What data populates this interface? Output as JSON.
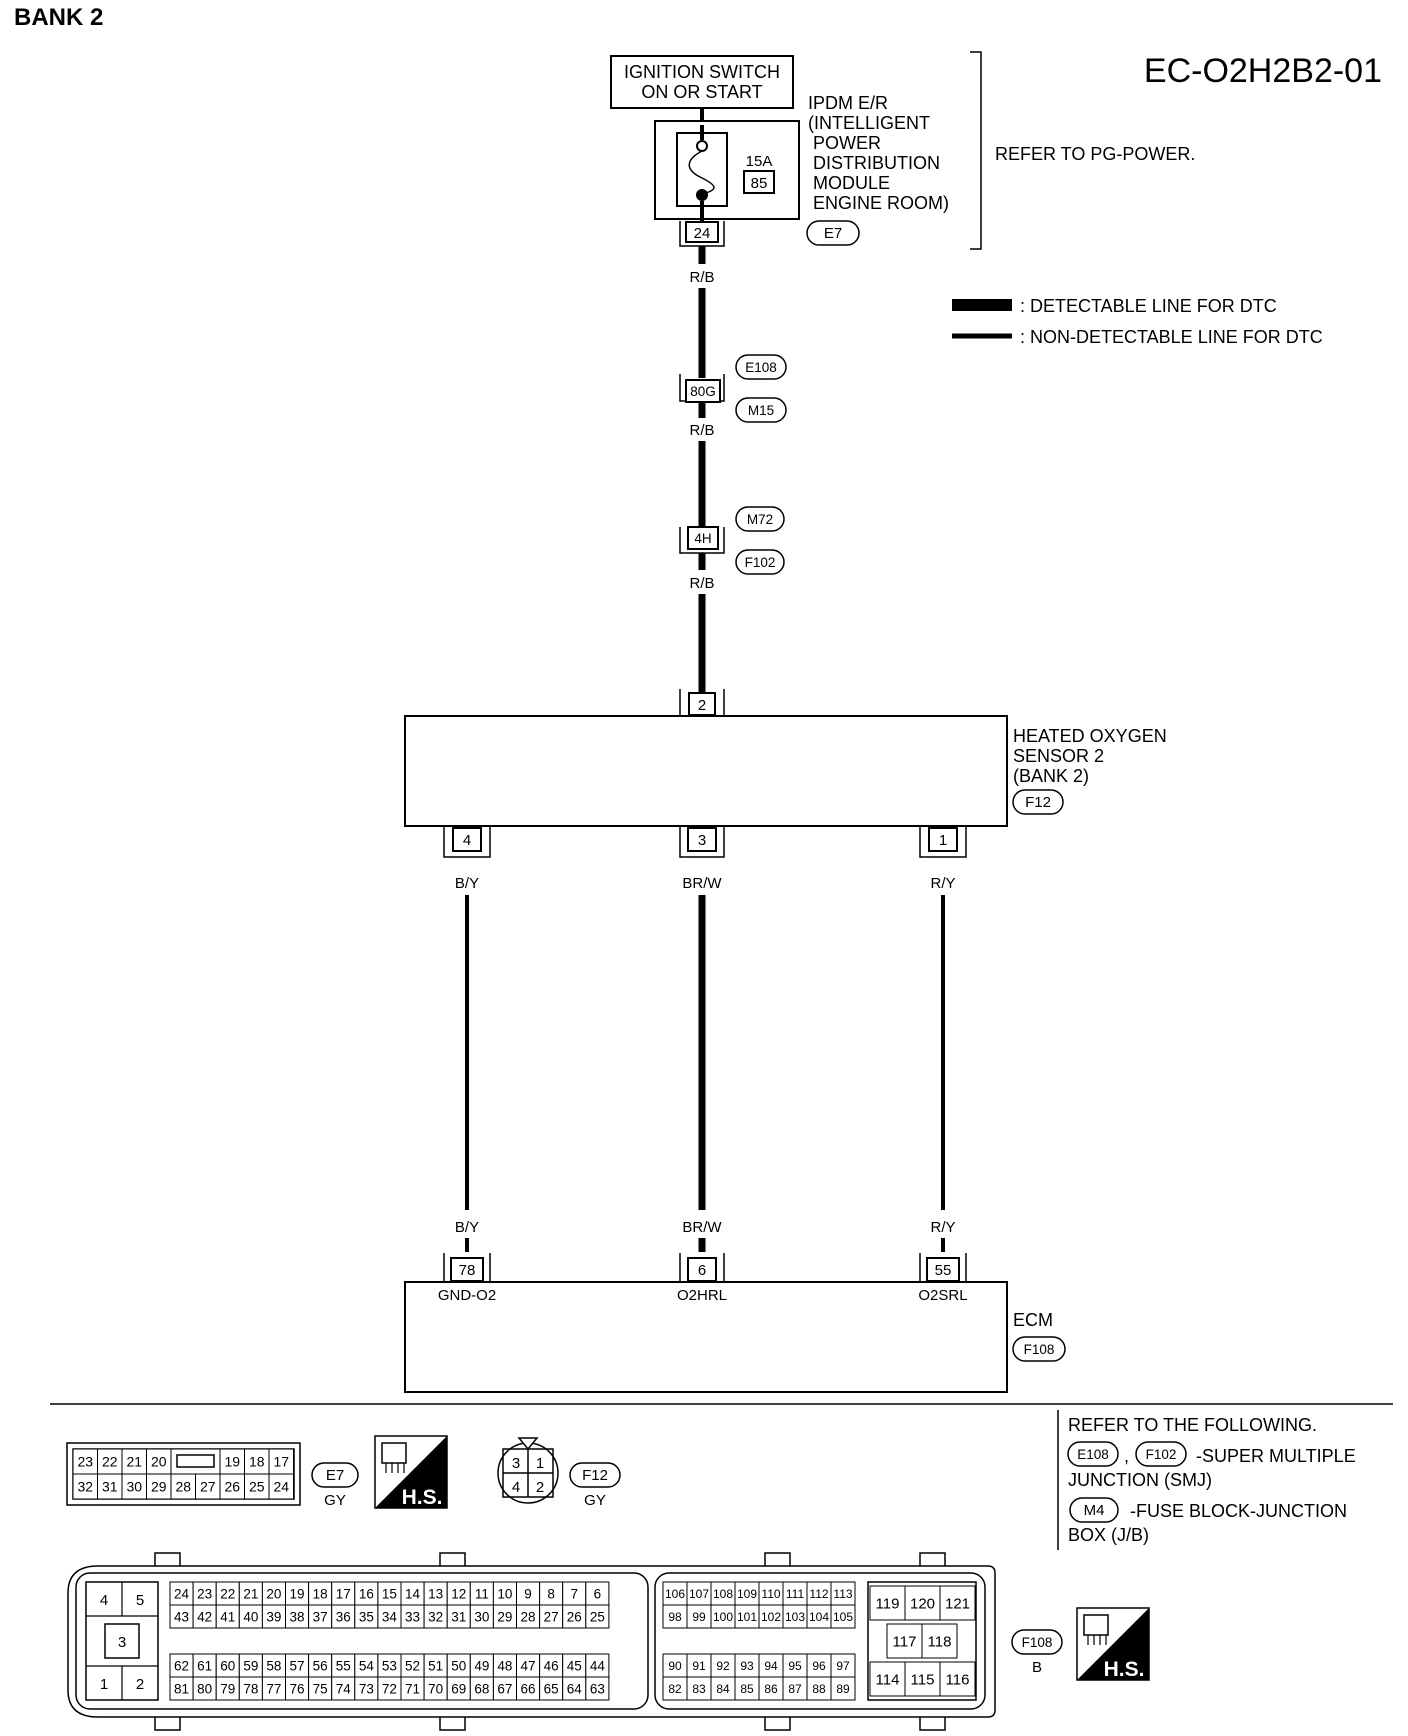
{
  "header": {
    "title": "BANK 2",
    "code": "EC-O2H2B2-01"
  },
  "ignition": {
    "line1": "IGNITION SWITCH",
    "line2": "ON OR START"
  },
  "ipdm": {
    "lines": [
      "IPDM E/R",
      "(INTELLIGENT",
      "POWER",
      "DISTRIBUTION",
      "MODULE",
      "ENGINE ROOM)"
    ],
    "fuse_amp": "15A",
    "fuse_no": "85",
    "pin": "24",
    "connector": "E7",
    "note": "REFER TO PG-POWER."
  },
  "legend": {
    "detectable": ": DETECTABLE LINE FOR DTC",
    "non_detectable": ": NON-DETECTABLE LINE FOR DTC"
  },
  "power_wire": {
    "color": "R/B",
    "junction1": {
      "pin": "80G",
      "top": "E108",
      "bottom": "M15"
    },
    "junction2": {
      "pin": "4H",
      "top": "M72",
      "bottom": "F102"
    }
  },
  "sensor": {
    "lines": [
      "HEATED OXYGEN",
      "SENSOR 2",
      "(BANK 2)"
    ],
    "connector": "F12",
    "top_pin": "2",
    "pins": [
      {
        "pin": "4",
        "wire": "B/Y"
      },
      {
        "pin": "3",
        "wire": "BR/W"
      },
      {
        "pin": "1",
        "wire": "R/Y"
      }
    ]
  },
  "ecm": {
    "label": "ECM",
    "connector": "F108",
    "pins": [
      {
        "pin": "78",
        "name": "GND-O2",
        "wire": "B/Y"
      },
      {
        "pin": "6",
        "name": "O2HRL",
        "wire": "BR/W"
      },
      {
        "pin": "55",
        "name": "O2SRL",
        "wire": "R/Y"
      }
    ]
  },
  "connectors": {
    "e7": {
      "row1": [
        "23",
        "22",
        "21",
        "20",
        "",
        "19",
        "18",
        "17"
      ],
      "row2": [
        "32",
        "31",
        "30",
        "29",
        "28",
        "27",
        "26",
        "25",
        "24"
      ],
      "label": "E7",
      "color": "GY"
    },
    "f12": {
      "pins": [
        "3",
        "1",
        "4",
        "2"
      ],
      "label": "F12",
      "color": "GY"
    },
    "f108": {
      "label": "F108",
      "color": "B",
      "small": [
        "4",
        "5",
        "3",
        "1",
        "2"
      ],
      "a_row1": [
        "24",
        "23",
        "22",
        "21",
        "20",
        "19",
        "18",
        "17",
        "16",
        "15",
        "14",
        "13",
        "12",
        "11",
        "10",
        "9",
        "8",
        "7",
        "6"
      ],
      "a_row2": [
        "43",
        "42",
        "41",
        "40",
        "39",
        "38",
        "37",
        "36",
        "35",
        "34",
        "33",
        "32",
        "31",
        "30",
        "29",
        "28",
        "27",
        "26",
        "25"
      ],
      "a_row3": [
        "62",
        "61",
        "60",
        "59",
        "58",
        "57",
        "56",
        "55",
        "54",
        "53",
        "52",
        "51",
        "50",
        "49",
        "48",
        "47",
        "46",
        "45",
        "44"
      ],
      "a_row4": [
        "81",
        "80",
        "79",
        "78",
        "77",
        "76",
        "75",
        "74",
        "73",
        "72",
        "71",
        "70",
        "69",
        "68",
        "67",
        "66",
        "65",
        "64",
        "63"
      ],
      "b_row1": [
        "106",
        "107",
        "108",
        "109",
        "110",
        "111",
        "112",
        "113"
      ],
      "b_row2": [
        "98",
        "99",
        "100",
        "101",
        "102",
        "103",
        "104",
        "105"
      ],
      "b_row3": [
        "90",
        "91",
        "92",
        "93",
        "94",
        "95",
        "96",
        "97"
      ],
      "b_row4": [
        "82",
        "83",
        "84",
        "85",
        "86",
        "87",
        "88",
        "89"
      ],
      "c_top": [
        "119",
        "120",
        "121"
      ],
      "c_mid": [
        "117",
        "118"
      ],
      "c_bot": [
        "114",
        "115",
        "116"
      ]
    },
    "hs": "H.S."
  },
  "refer": {
    "title": "REFER TO THE FOLLOWING.",
    "smj_c1": "E108",
    "smj_c2": "F102",
    "sep": ",",
    "smj_text1": "-SUPER MULTIPLE",
    "smj_text2": "JUNCTION (SMJ)",
    "fuse_c": "M4",
    "fuse_text1": "-FUSE BLOCK-JUNCTION",
    "fuse_text2": "BOX (J/B)"
  }
}
